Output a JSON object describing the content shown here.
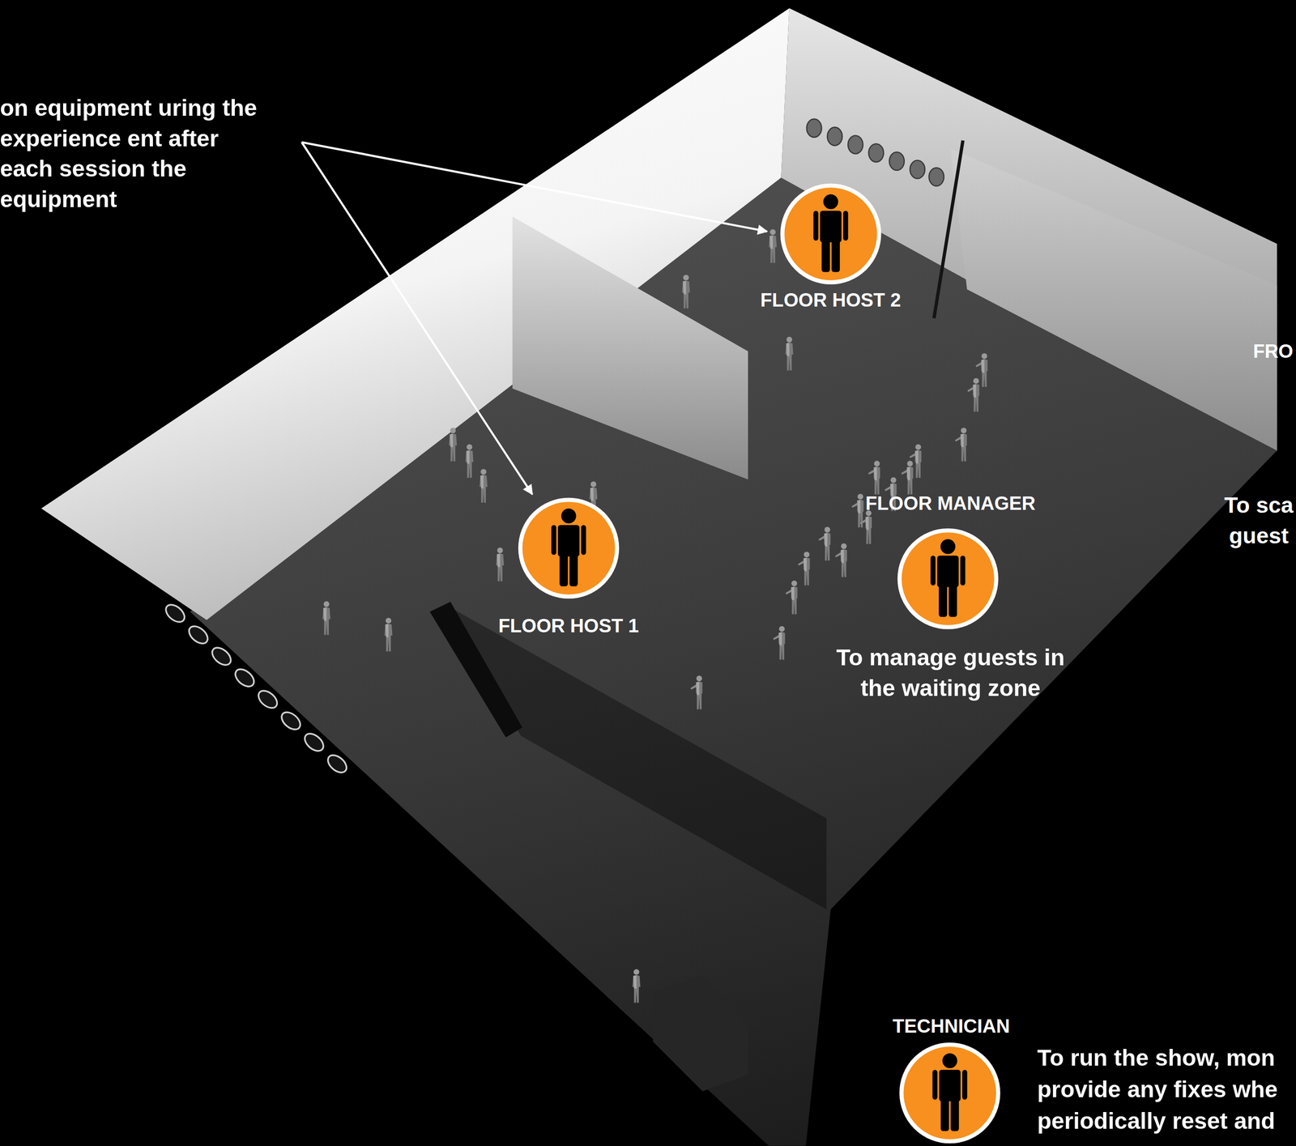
{
  "diagram": {
    "nodes": [
      {
        "text": [
          "FLOOR HOST 2"
        ]
      },
      {
        "text": [
          "FLOOR HOST 1"
        ]
      },
      {
        "text": [
          "FLOOR MANAGER",
          "To manage guests in the waiting zone"
        ]
      },
      {
        "text": [
          "TECHNICIAN",
          "To run the show, mon provide any fixes whe periodically reset and"
        ]
      }
    ],
    "labels": [
      "on equipment uring the experience ent after each session the equipment",
      "FRO",
      "To sca guest"
    ]
  }
}
